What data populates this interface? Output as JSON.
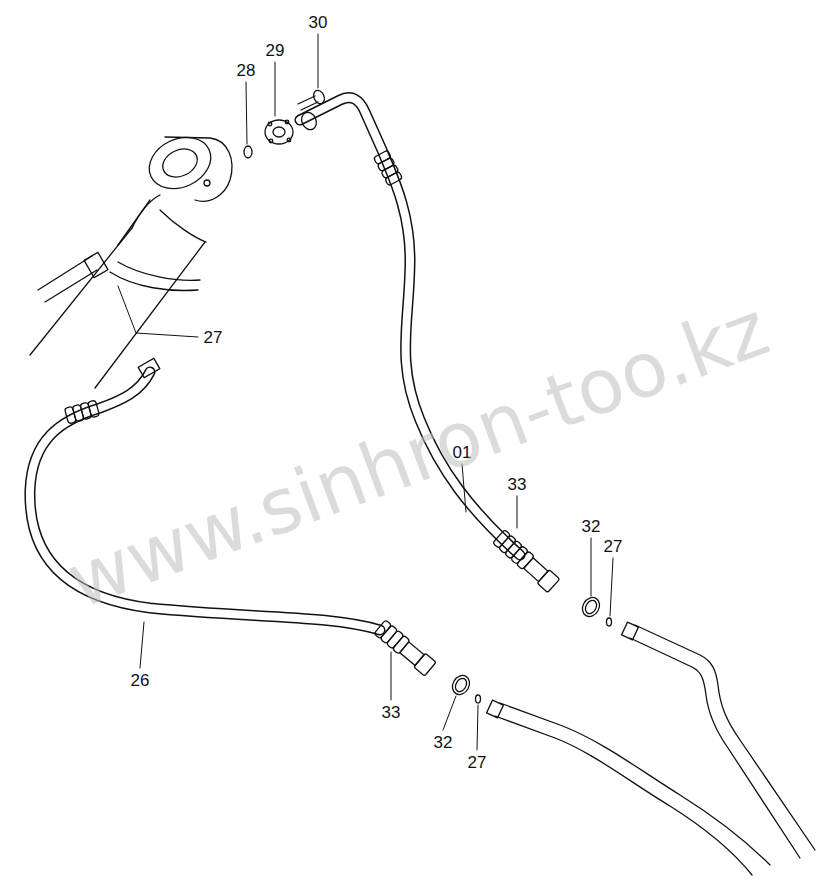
{
  "diagram": {
    "labels": [
      "30",
      "29",
      "28",
      "27",
      "01",
      "33",
      "32",
      "27",
      "26",
      "33",
      "32",
      "27",
      "www.sinhron-too.kz"
    ]
  }
}
